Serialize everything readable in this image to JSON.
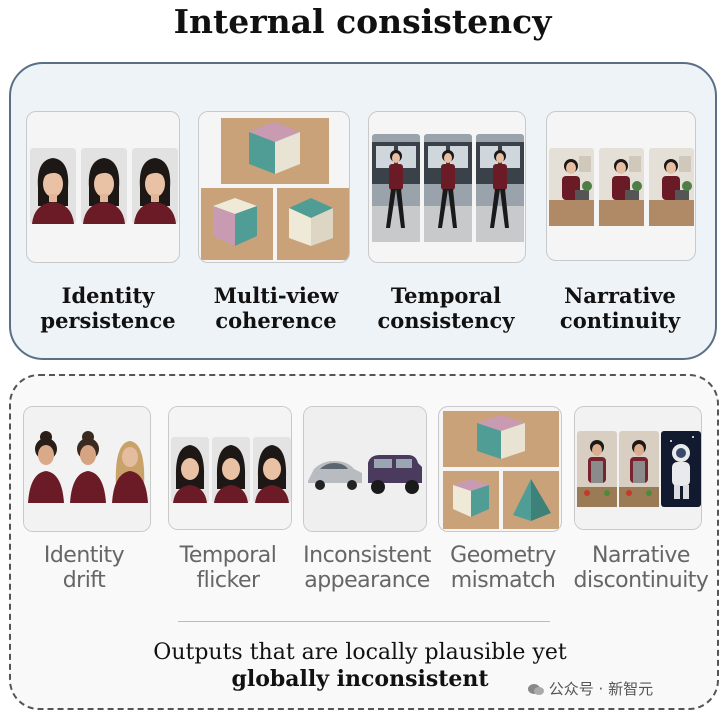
{
  "title": "Internal consistency",
  "positive": {
    "items": [
      {
        "label_line1": "Identity",
        "label_line2": "persistence"
      },
      {
        "label_line1": "Multi-view",
        "label_line2": "coherence"
      },
      {
        "label_line1": "Temporal",
        "label_line2": "consistency"
      },
      {
        "label_line1": "Narrative",
        "label_line2": "continuity"
      }
    ]
  },
  "negative": {
    "items": [
      {
        "label_line1": "Identity",
        "label_line2": "drift"
      },
      {
        "label_line1": "Temporal",
        "label_line2": "flicker"
      },
      {
        "label_line1": "Inconsistent",
        "label_line2": "appearance"
      },
      {
        "label_line1": "Geometry",
        "label_line2": "mismatch"
      },
      {
        "label_line1": "Narrative",
        "label_line2": "discontinuity"
      }
    ]
  },
  "caption": {
    "line1": "Outputs that are locally plausible yet",
    "line2": "globally inconsistent"
  },
  "watermark": "公众号 · 新智元",
  "colors": {
    "top_panel_border": "#5a6f86",
    "top_panel_bg": "#eef3f8",
    "bottom_panel_border": "#555555"
  }
}
